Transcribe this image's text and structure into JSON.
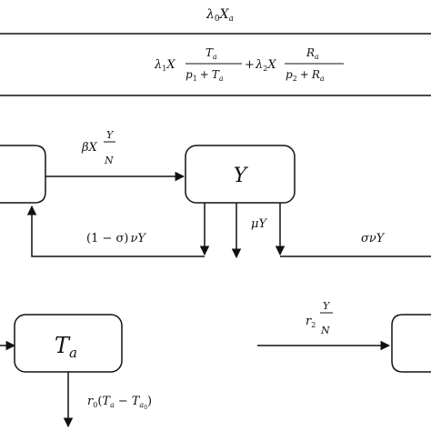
{
  "colors": {
    "line": "#111111",
    "box_fill": "#ffffff",
    "background": "#ffffff"
  },
  "top_formula": {
    "lambda": "λ",
    "lambda_sub": "0",
    "var": "X",
    "var_sub": "a"
  },
  "second_formula": {
    "term1_lambda": "λ",
    "term1_lambda_sub": "1",
    "term1_var": "X",
    "frac1_num": "T",
    "frac1_num_sub": "a",
    "frac1_den_p": "p",
    "frac1_den_p_sub": "1",
    "frac1_den_plus": "+",
    "frac1_den_T": "T",
    "frac1_den_T_sub": "a",
    "plus": "+",
    "term2_lambda": "λ",
    "term2_lambda_sub": "2",
    "term2_var": "X",
    "frac2_num": "R",
    "frac2_num_sub": "a",
    "frac2_den_p": "p",
    "frac2_den_p_sub": "2",
    "frac2_den_plus": "+",
    "frac2_den_R": "R",
    "frac2_den_R_sub": "a"
  },
  "nodes": {
    "y_label": "Y",
    "ta_label": "T",
    "ta_label_sub": "a"
  },
  "edges": {
    "infection": {
      "coef": "βX",
      "num": "Y",
      "den": "N"
    },
    "recovery_back": {
      "left": "(1 − σ)",
      "right": "νY"
    },
    "death": {
      "mu": "μ",
      "y": "Y"
    },
    "progression": {
      "text": "σνY"
    },
    "r2_rate": {
      "r": "r",
      "r_sub": "2",
      "num": "Y",
      "den": "N"
    },
    "r0_rate": {
      "r": "r",
      "r_sub": "0",
      "open": "(",
      "t1": "T",
      "t1_sub": "a",
      "minus": "−",
      "t2": "T",
      "t2_sub": "a",
      "t2_subsub": "0",
      "close": ")"
    }
  }
}
